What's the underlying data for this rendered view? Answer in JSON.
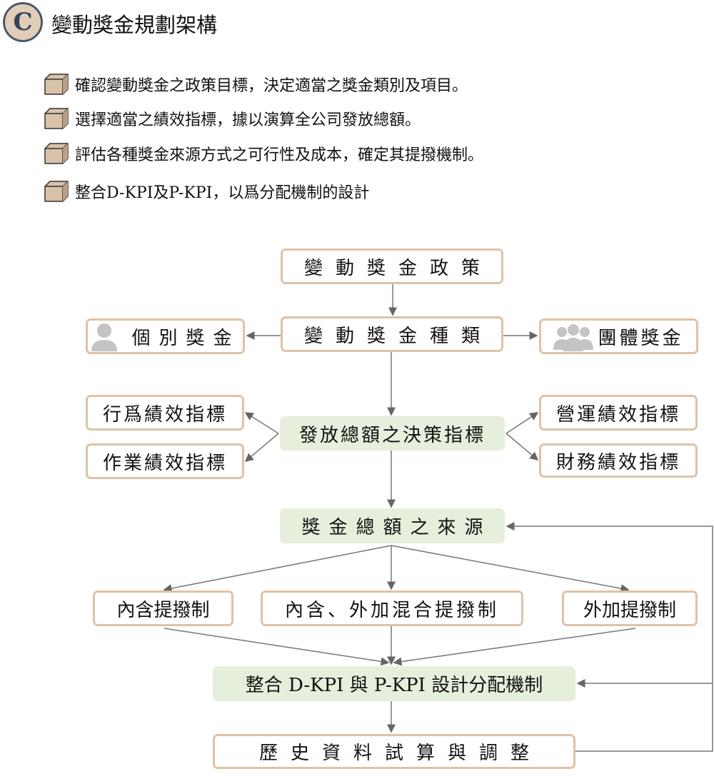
{
  "header": {
    "badge": "C",
    "title": "變動獎金規劃架構"
  },
  "bullets": [
    "確認變動獎金之政策目標，決定適當之獎金類別及項目。",
    "選擇適當之績效指標，據以演算全公司發放總額。",
    "評估各種獎金來源方式之可行性及成本，確定其提撥機制。",
    "整合D-KPI及P-KPI，以爲分配機制的設計"
  ],
  "diagram": {
    "policy": "變動獎金政策",
    "types": "變動獎金種類",
    "individual": "個別獎金",
    "group": "團體獎金",
    "behavior_kpi": "行爲績效指標",
    "operation_kpi": "作業績效指標",
    "decision": "發放總額之決策指標",
    "business_kpi": "營運績效指標",
    "finance_kpi": "財務績效指標",
    "source": "獎金總額之來源",
    "internal": "內含提撥制",
    "mixed": "內含、外加混合提撥制",
    "external": "外加提撥制",
    "integrate": "整合 D-KPI 與 P-KPI 設計分配機制",
    "history": "歷史資料試算與調整"
  },
  "colors": {
    "border": "#dcc3a8",
    "green": "#e5efdc",
    "badge": "#e2cdb8"
  }
}
